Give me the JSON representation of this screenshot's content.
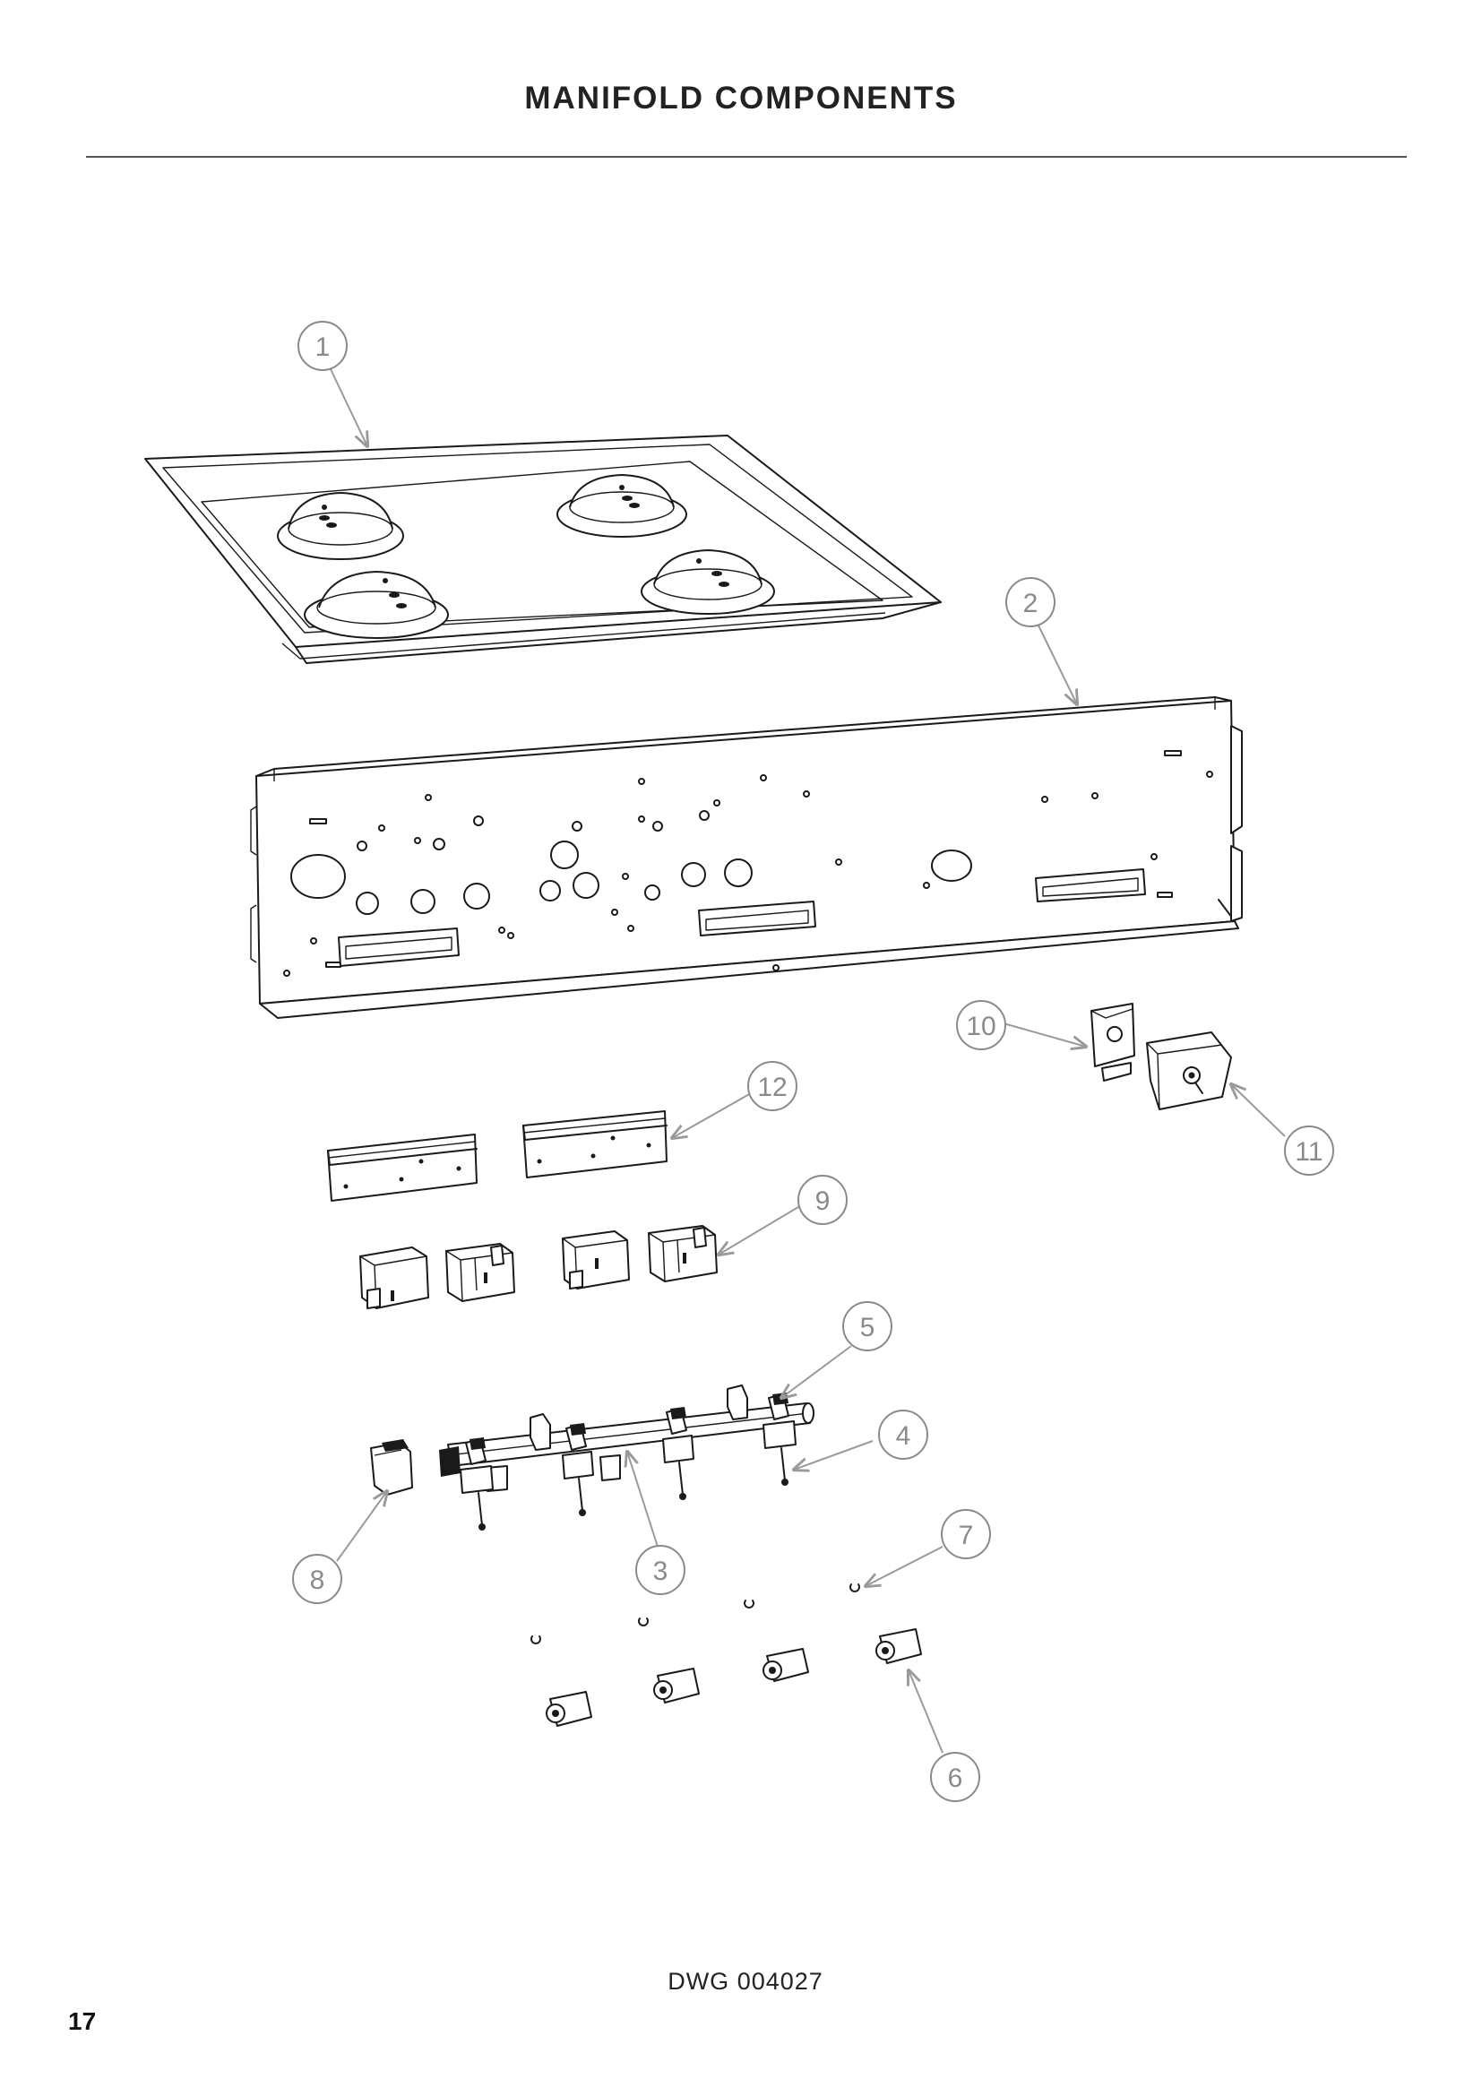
{
  "title": "MANIFOLD COMPONENTS",
  "drawing_number": "DWG 004027",
  "page_number": "17",
  "callouts": [
    "1",
    "2",
    "3",
    "4",
    "5",
    "6",
    "7",
    "8",
    "9",
    "10",
    "11",
    "12"
  ]
}
